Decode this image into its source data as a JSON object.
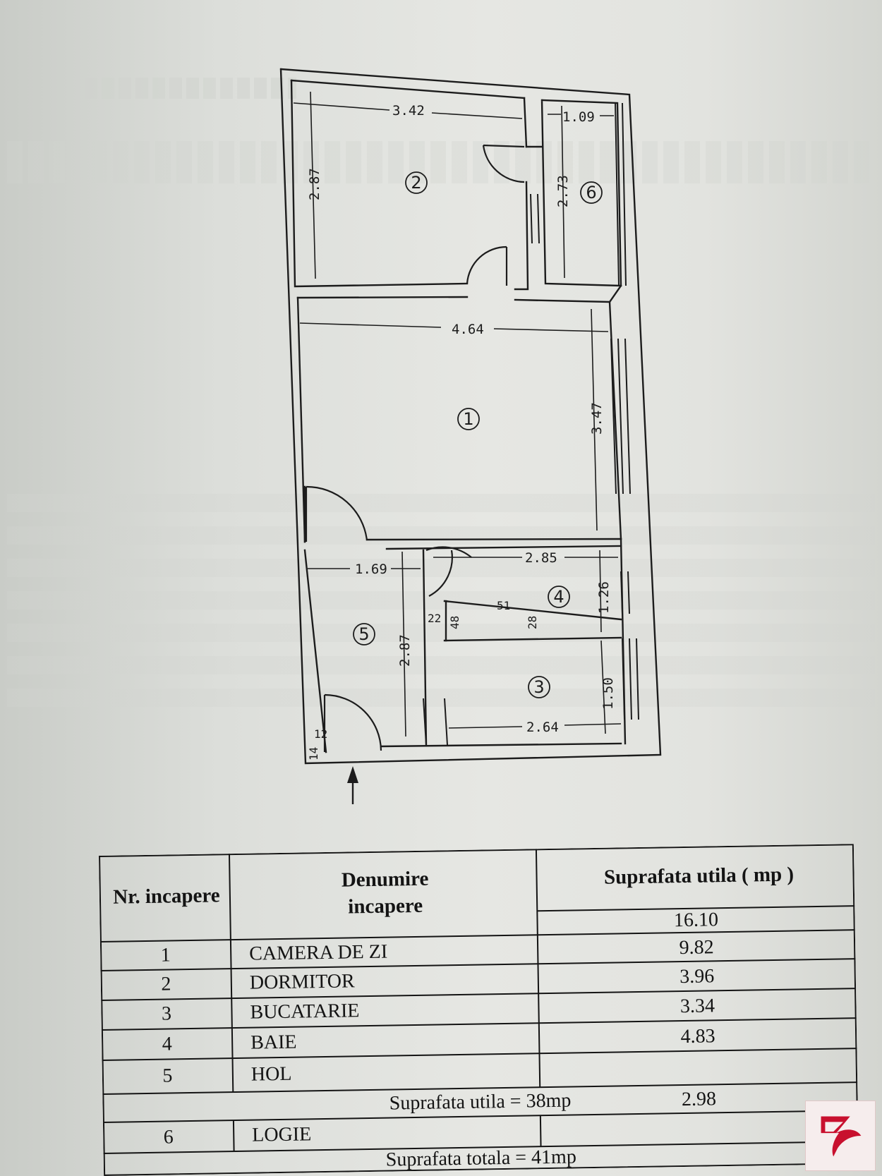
{
  "plan": {
    "dimensions": {
      "d_2_width": "3.42",
      "d_2_height": "2.87",
      "d_6_width": "1.09",
      "d_6_height": "2.73",
      "d_1_width": "4.64",
      "d_1_height": "3.47",
      "d_5_width": "1.69",
      "d_5_height": "2.87",
      "d_4_width": "2.85",
      "d_4_height": "1.26",
      "d_3_width": "2.64",
      "d_3_height": "1.50"
    },
    "small_dims": {
      "a": "22",
      "b": "48",
      "c": "51",
      "d": "28",
      "e": "12",
      "f": "14"
    },
    "room_labels": [
      "1",
      "2",
      "3",
      "4",
      "5",
      "6"
    ]
  },
  "table": {
    "headers": {
      "nr": "Nr. incapere",
      "denumire": "Denumire incapere",
      "suprafata": "Suprafata utila ( mp )"
    },
    "rows": [
      {
        "nr": "1",
        "name": "CAMERA DE ZI",
        "area": "16.10"
      },
      {
        "nr": "2",
        "name": "DORMITOR",
        "area": "9.82"
      },
      {
        "nr": "3",
        "name": "BUCATARIE",
        "area": "3.96"
      },
      {
        "nr": "4",
        "name": "BAIE",
        "area": "3.34"
      },
      {
        "nr": "5",
        "name": "HOL",
        "area": "4.83"
      }
    ],
    "subtotal": "Suprafata utila = 38mp",
    "extra_row": {
      "nr": "6",
      "name": "LOGIE",
      "area": "2.98"
    },
    "total": "Suprafata totala = 41mp"
  },
  "colors": {
    "paper": "#e4e5e1",
    "ink": "#1c1c1c",
    "logo_red": "#c8102e"
  },
  "icons": [
    "entrance-arrow-icon",
    "brand-logo-icon"
  ]
}
